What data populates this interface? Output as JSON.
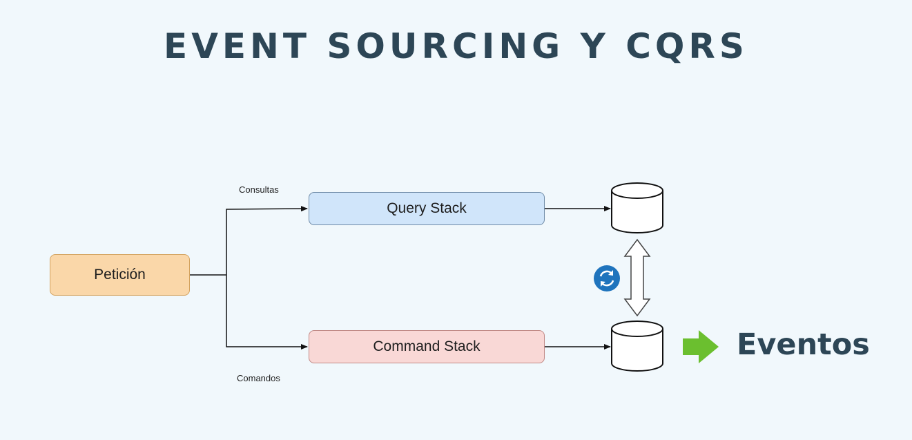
{
  "title": "EVENT SOURCING Y CQRS",
  "nodes": {
    "peticion": "Petición",
    "query_stack": "Query Stack",
    "command_stack": "Command Stack"
  },
  "edges": {
    "consultas": "Consultas",
    "comandos": "Comandos"
  },
  "eventos_label": "Eventos",
  "colors": {
    "title": "#2d4656",
    "peticion_fill": "#fad7a9",
    "query_fill": "#d0e5fa",
    "command_fill": "#f9d8d6",
    "sync_icon": "#1f74bd",
    "eventos_arrow": "#6bbf2f"
  },
  "icons": [
    "database-icon",
    "sync-icon",
    "bidirectional-arrow-icon",
    "right-arrow-icon"
  ]
}
